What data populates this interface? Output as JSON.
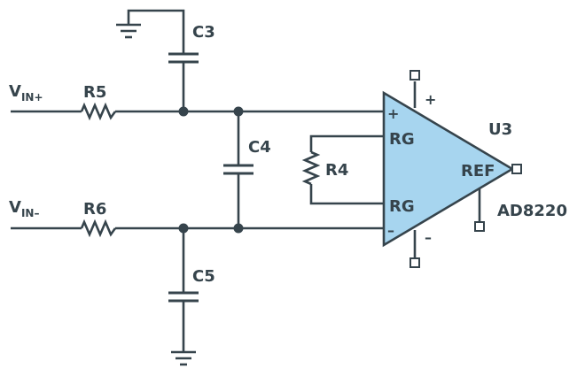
{
  "colors": {
    "line": "#36444c",
    "amp_fill": "#a7d5ef",
    "background": "#ffffff"
  },
  "inputs": {
    "vin_pos": {
      "main": "V",
      "sub": "IN+"
    },
    "vin_neg": {
      "main": "V",
      "sub": "IN–"
    }
  },
  "resistors": {
    "r5": "R5",
    "r6": "R6",
    "r4": "R4"
  },
  "capacitors": {
    "c3": "C3",
    "c4": "C4",
    "c5": "C5"
  },
  "amplifier": {
    "designator": "U3",
    "part": "AD8220",
    "in_plus": "+",
    "in_minus": "–",
    "rg_top": "RG",
    "rg_bottom": "RG",
    "ref": "REF",
    "supply_plus": "+",
    "supply_minus": "–"
  },
  "icons": {
    "ground": "ground-icon",
    "pin": "pin-terminal-icon"
  }
}
